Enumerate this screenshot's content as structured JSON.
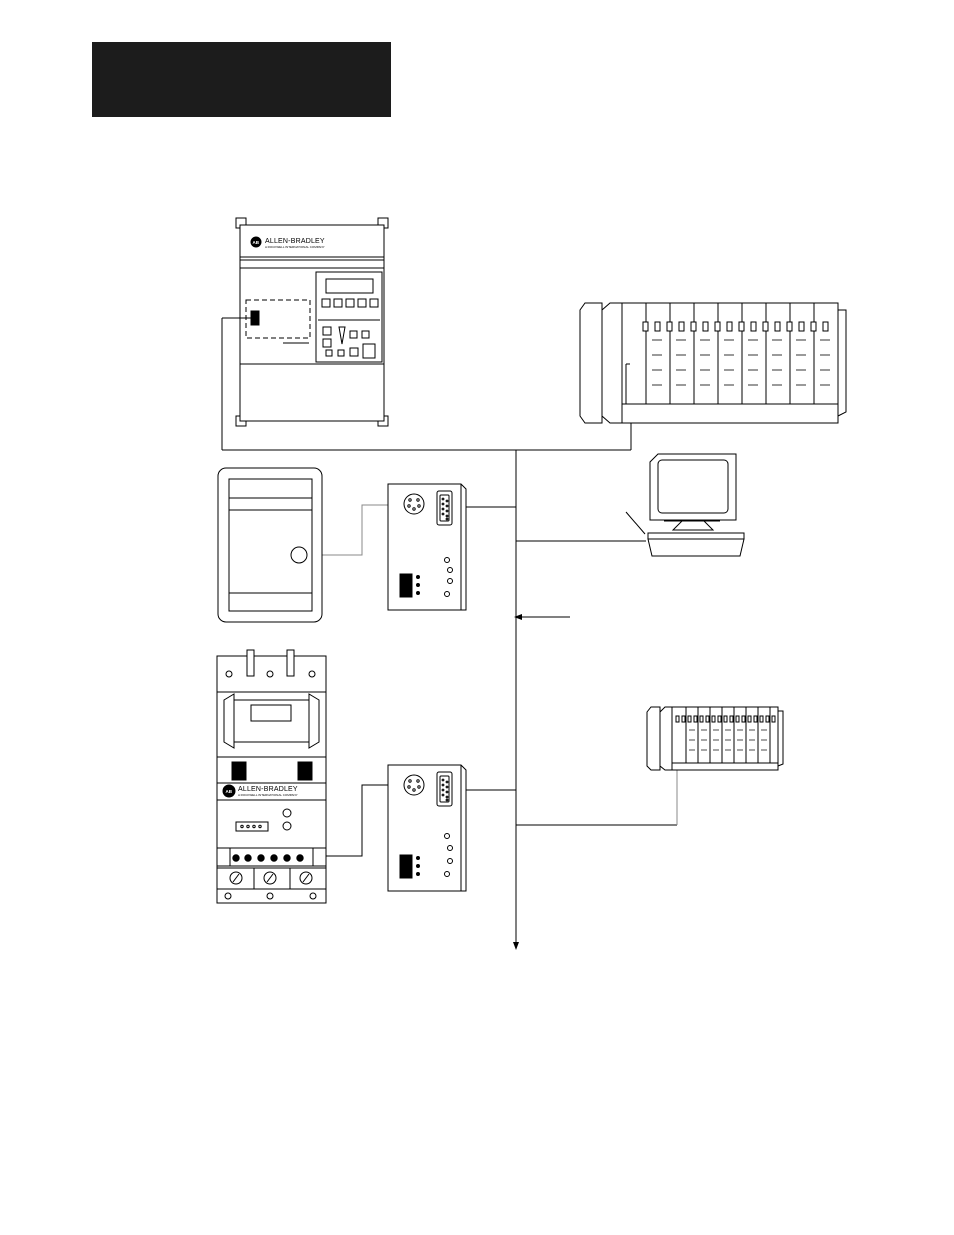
{
  "colors": {
    "header_block": "#1c1c1c",
    "line": "#000000",
    "background": "#ffffff"
  },
  "drive": {
    "brand": "ALLEN-BRADLEY",
    "logo": "AB",
    "tagline": "A ROCKWELL INTERNATIONAL COMPANY"
  },
  "starter": {
    "brand": "ALLEN-BRADLEY",
    "logo": "AB",
    "tagline": "A ROCKWELL INTERNATIONAL COMPANY"
  },
  "icons": [
    "ac-drive-icon",
    "plc-rack-icon",
    "computer-icon",
    "pc-tower-icon",
    "network-interface-icon",
    "motor-starter-icon",
    "io-rack-icon",
    "network-trunk-arrow-icon"
  ]
}
